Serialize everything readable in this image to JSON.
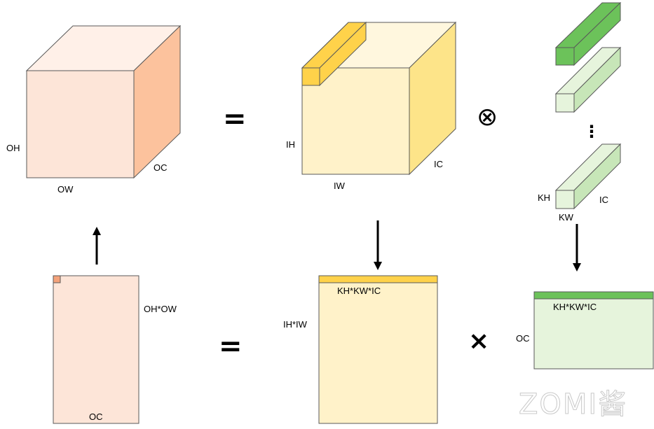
{
  "colors": {
    "output_front": "#fde5d8",
    "output_top": "#fff0e8",
    "output_side": "#fcc29d",
    "output_accent": "#f4a27a",
    "input_front": "#fff2c9",
    "input_top": "#fff7de",
    "input_side": "#fde489",
    "input_band": "#ffd24a",
    "kernel_dark": "#6cc25a",
    "kernel_light": "#e6f4dc",
    "kernel_side": "#c7e6b8",
    "stroke": "#595959"
  },
  "labels": {
    "output_cube": {
      "height": "OH",
      "width": "OW",
      "depth": "OC"
    },
    "input_cube": {
      "height": "IH",
      "width": "IW",
      "depth": "IC"
    },
    "kernel": {
      "height": "KH",
      "width": "KW",
      "depth": "IC",
      "ellipsis": "⋮"
    },
    "output_matrix": {
      "rows": "OH*OW",
      "cols": "OC"
    },
    "input_matrix": {
      "rows": "IH*IW",
      "cols": "KH*KW*IC"
    },
    "kernel_matrix": {
      "rows": "OC",
      "cols": "KH*KW*IC"
    }
  },
  "operators": {
    "equals_top": "=",
    "conv": "⊗",
    "equals_bottom": "=",
    "multiply": "×"
  },
  "watermark": "ZOMI酱"
}
